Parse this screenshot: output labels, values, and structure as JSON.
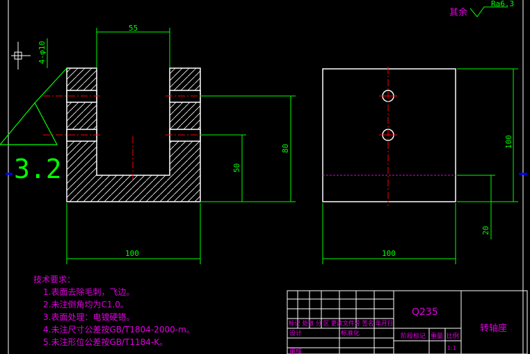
{
  "drawing": {
    "part_name": "转轴座",
    "material": "Q235",
    "roughness_note_label": "其余",
    "roughness_note_value": "Ra6.3",
    "big_roughness_value": "3.2"
  },
  "dimensions": {
    "front_top_width": "55",
    "hole_spec": "4-φ10",
    "front_total_height": "80",
    "front_slot_depth": "50",
    "front_width": "100",
    "side_width": "100",
    "side_height": "100",
    "side_offset": "20"
  },
  "tech_requirements": {
    "title": "技术要求：",
    "items": [
      "1.表面去除毛刺，飞边。",
      "2.未注倒角均为C1.0。",
      "3.表面处理：电镀硬铬。",
      "4.未注尺寸公差按GB/T1804-2000-m。",
      "5.未注形位公差按GB/T1184-K。"
    ]
  },
  "title_block": {
    "header_row": "标记 处数 分 区 更改文件号 签名 年月日",
    "design_label": "设计",
    "standardize_label": "标准化",
    "review_label": "审核",
    "stage_label": "阶段标记",
    "weight_label": "重量",
    "scale_label": "比例",
    "scale_value": "1:1"
  },
  "colors": {
    "part_outline": "#ffffff",
    "dimension": "#00ff00",
    "center_line": "#ff0000",
    "text": "#e000e0",
    "ucs": "#ffffff",
    "border_marker": "#0000ff"
  }
}
